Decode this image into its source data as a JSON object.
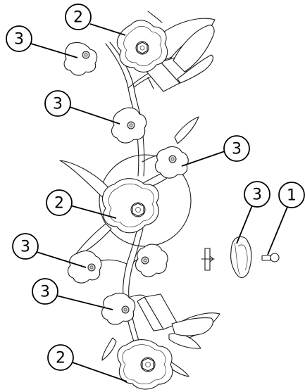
{
  "callouts": [
    {
      "id": "c1",
      "label": "2"
    },
    {
      "id": "c2",
      "label": "3"
    },
    {
      "id": "c3",
      "label": "3"
    },
    {
      "id": "c4",
      "label": "3"
    },
    {
      "id": "c5",
      "label": "2"
    },
    {
      "id": "c6",
      "label": "3"
    },
    {
      "id": "c7",
      "label": "1"
    },
    {
      "id": "c8",
      "label": "3"
    },
    {
      "id": "c9",
      "label": "3"
    },
    {
      "id": "c10",
      "label": "2"
    }
  ]
}
